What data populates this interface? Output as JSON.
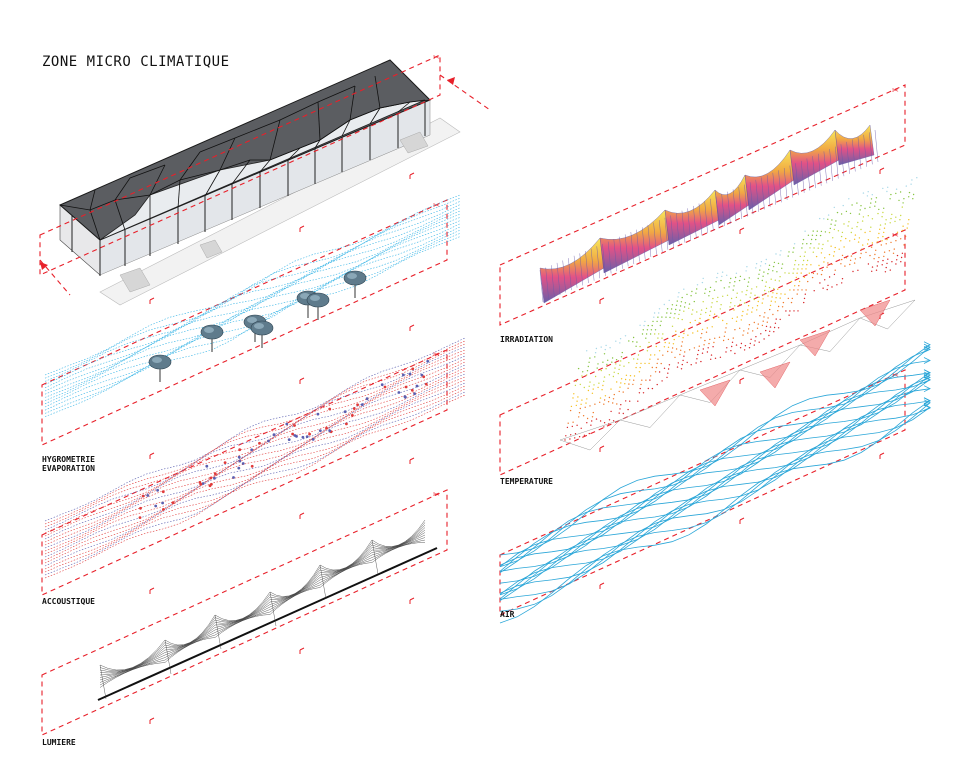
{
  "title": "ZONE MICRO CLIMATIQUE",
  "labels": {
    "hygrometrie_1": "HYGROMETRIE",
    "hygrometrie_2": "EVAPORATION",
    "accoustique": "ACCOUSTIQUE",
    "lumiere": "LUMIERE",
    "irradiation": "IRRADIATION",
    "temperature": "TEMPERATURE",
    "air": "AIR"
  },
  "colors": {
    "section_line": "#e8202a",
    "roof": "#55575b",
    "water": "#39b5e6",
    "sound_red": "#e03a3a",
    "sound_blue": "#5a5fb0",
    "light": "#333333",
    "irr_purple": "#5a4ea0",
    "irr_pink": "#e0407a",
    "irr_yellow": "#f5d020",
    "temp_red": "#d8262a",
    "temp_green": "#86c440",
    "air": "#2aa6d8"
  }
}
